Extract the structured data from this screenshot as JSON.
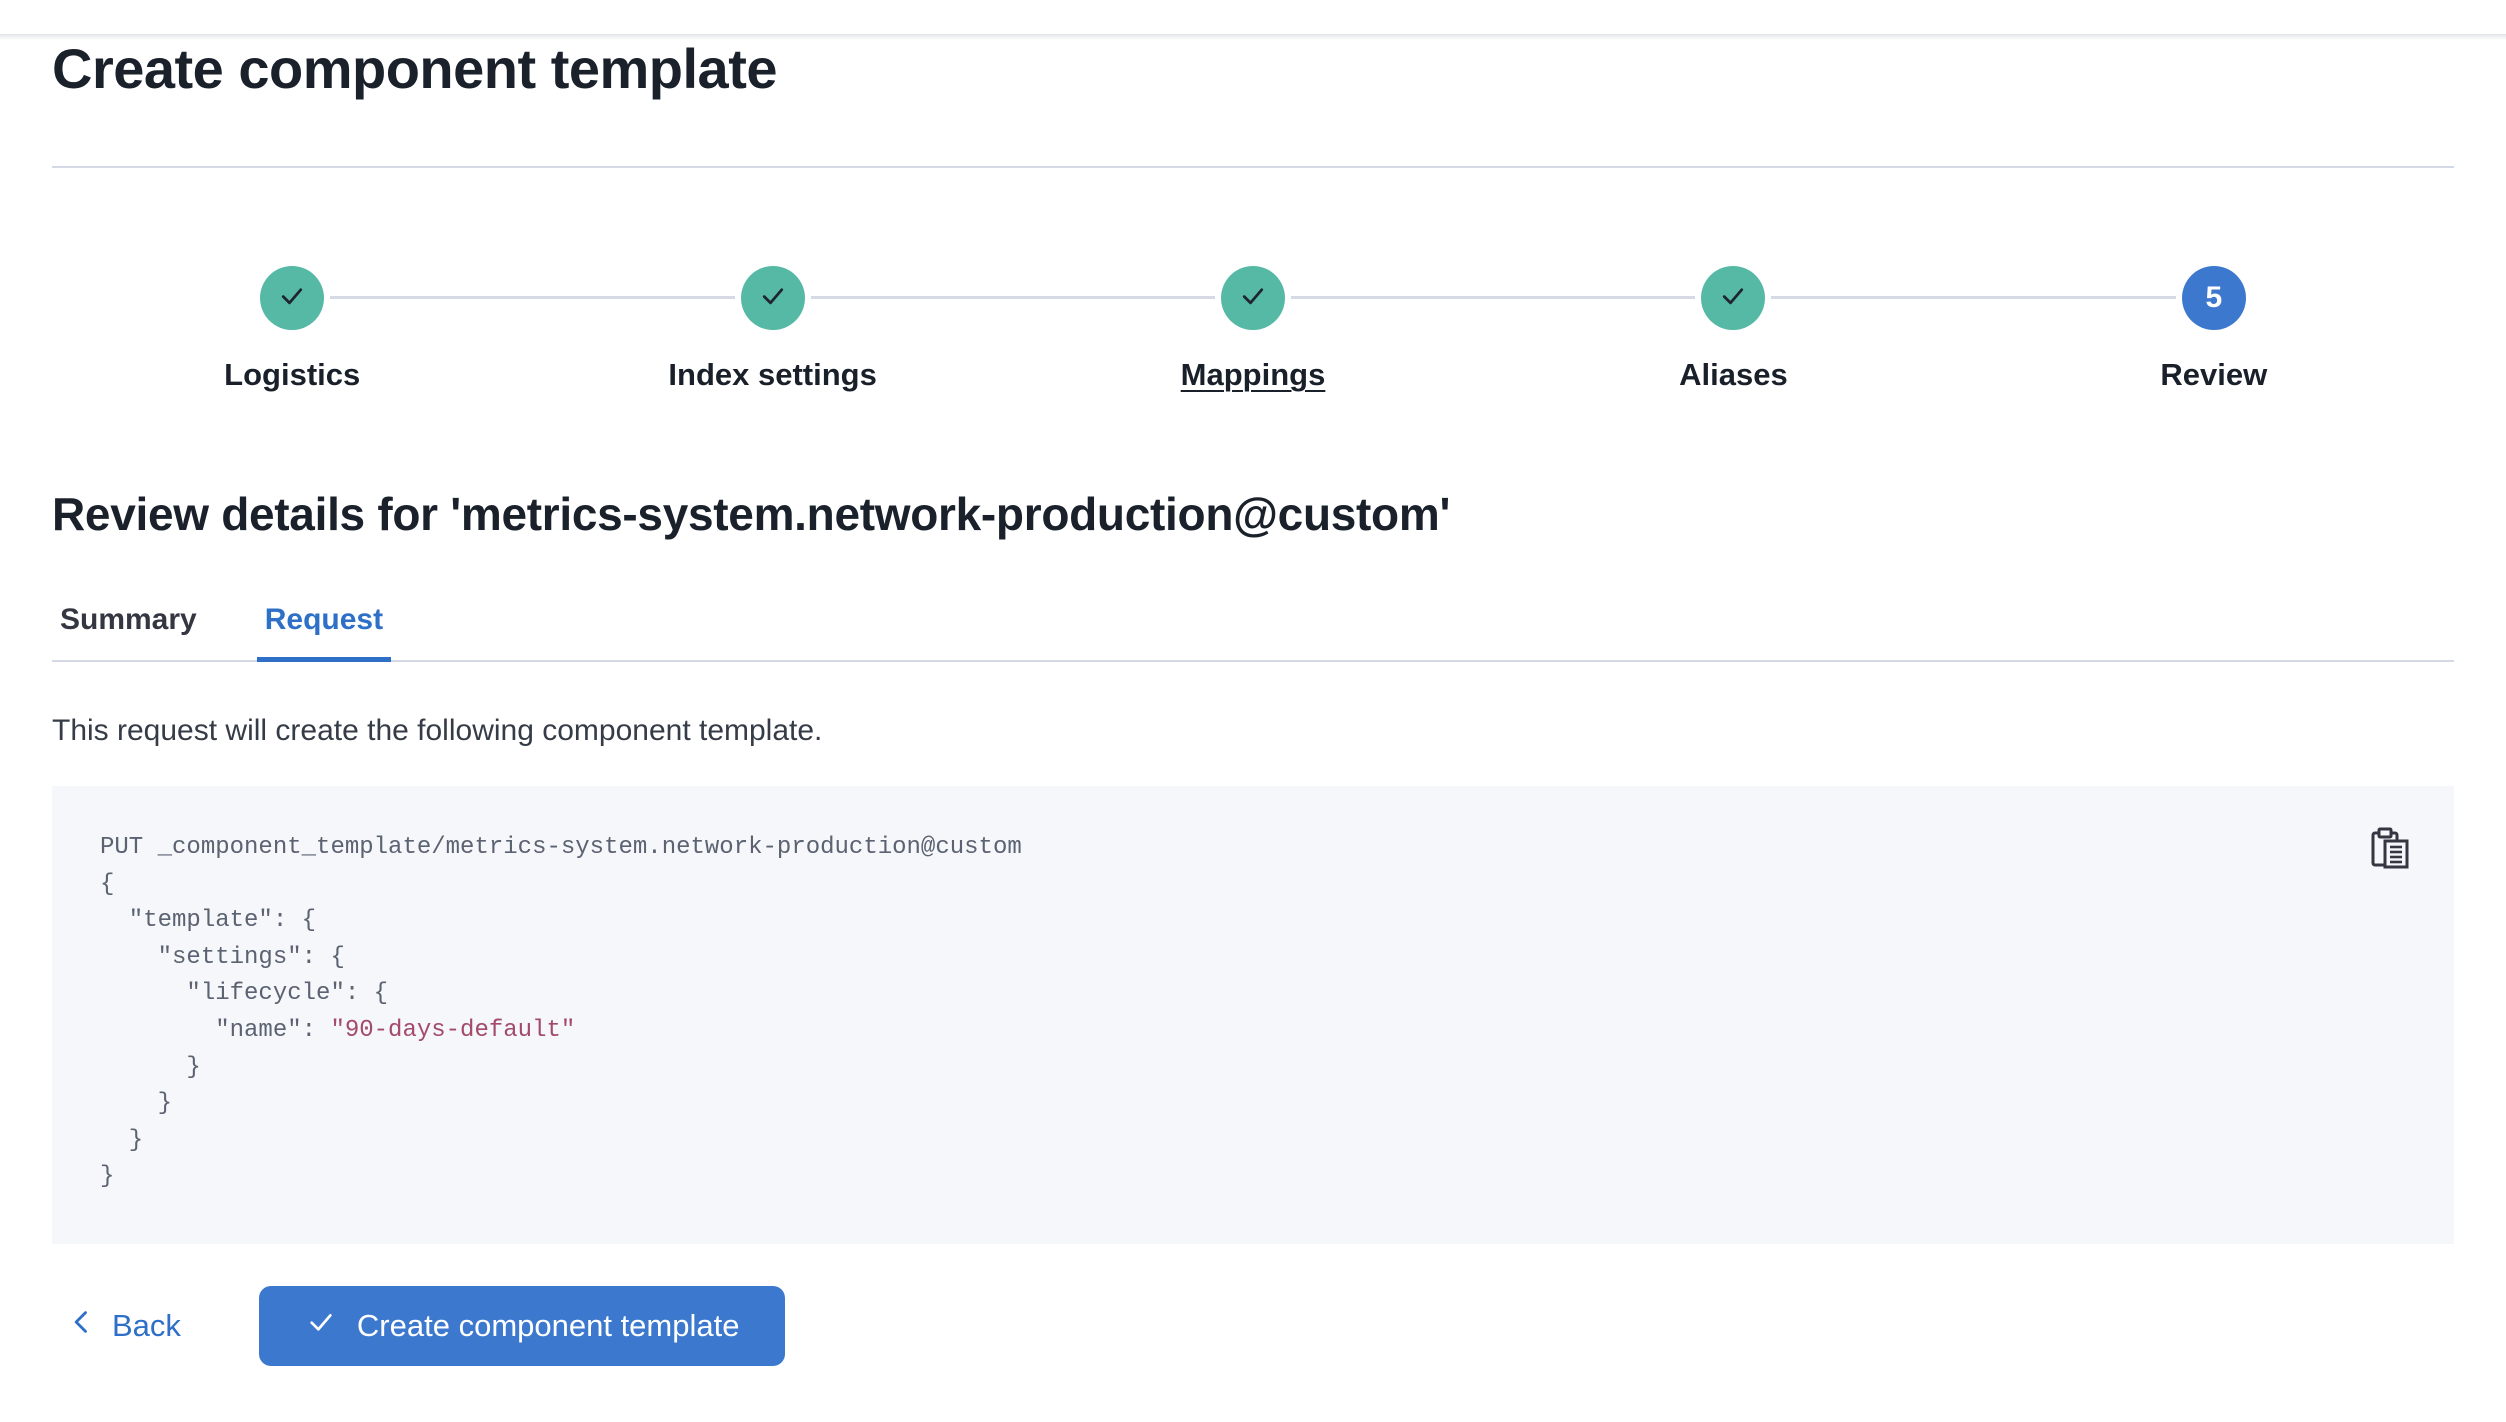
{
  "page": {
    "title": "Create component template"
  },
  "stepper": {
    "steps": [
      {
        "label": "Logistics",
        "status": "complete",
        "icon": "check-icon"
      },
      {
        "label": "Index settings",
        "status": "complete",
        "icon": "check-icon"
      },
      {
        "label": "Mappings",
        "status": "complete",
        "icon": "check-icon",
        "underlined": true
      },
      {
        "label": "Aliases",
        "status": "complete",
        "icon": "check-icon"
      },
      {
        "label": "Review",
        "status": "current",
        "number": "5"
      }
    ]
  },
  "review": {
    "heading": "Review details for 'metrics-system.network-production@custom'",
    "tabs": [
      {
        "label": "Summary",
        "selected": false
      },
      {
        "label": "Request",
        "selected": true
      }
    ],
    "description": "This request will create the following component template."
  },
  "code_block": {
    "copy_icon": "clipboard-copy-icon",
    "lines": [
      {
        "t1": "PUT _component_template/metrics-system.network-production@custom"
      },
      {
        "t1": "{"
      },
      {
        "t1": "  \"template\": {"
      },
      {
        "t1": "    \"settings\": {"
      },
      {
        "t1": "      \"lifecycle\": {"
      },
      {
        "t1": "        \"name\": ",
        "str": "\"90-days-default\""
      },
      {
        "t1": "      }"
      },
      {
        "t1": "    }"
      },
      {
        "t1": "  }"
      },
      {
        "t1": "}"
      }
    ]
  },
  "footer": {
    "back_label": "Back",
    "create_label": "Create component template"
  },
  "colors": {
    "primary_blue_fill": "#3c79ce",
    "primary_blue_text": "#2e6fc7",
    "success_teal": "#55b9a6",
    "code_string_rose": "#a34a68",
    "code_background": "#f5f7fa",
    "divider_gray": "#d3dae6",
    "heading_text": "#1a212b"
  }
}
